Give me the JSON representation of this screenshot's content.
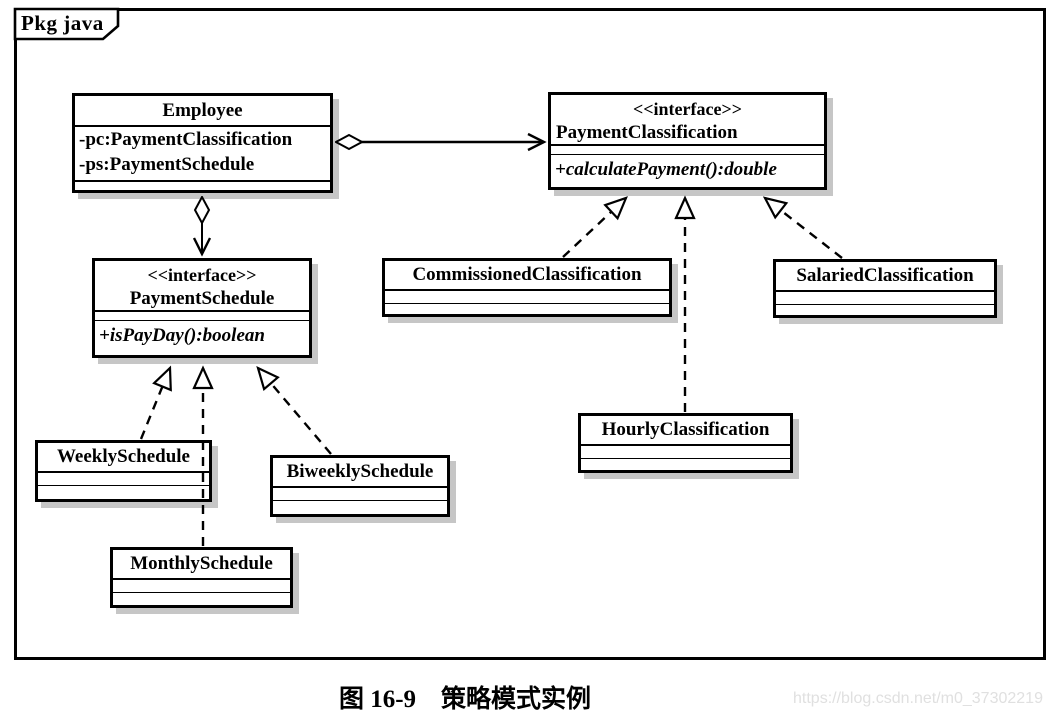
{
  "package": {
    "label": "Pkg java"
  },
  "classes": {
    "employee": {
      "name": "Employee",
      "attributes": [
        "-pc:PaymentClassification",
        "-ps:PaymentSchedule"
      ]
    },
    "payment_classification": {
      "stereotype": "<<interface>>",
      "name": "PaymentClassification",
      "methods": [
        "+calculatePayment():double"
      ]
    },
    "payment_schedule": {
      "stereotype": "<<interface>>",
      "name": "PaymentSchedule",
      "methods": [
        "+isPayDay():boolean"
      ]
    },
    "commissioned_classification": {
      "name": "CommissionedClassification"
    },
    "salaried_classification": {
      "name": "SalariedClassification"
    },
    "hourly_classification": {
      "name": "HourlyClassification"
    },
    "weekly_schedule": {
      "name": "WeeklySchedule"
    },
    "biweekly_schedule": {
      "name": "BiweeklySchedule"
    },
    "monthly_schedule": {
      "name": "MonthlySchedule"
    }
  },
  "relationships": [
    {
      "from": "Employee",
      "to": "PaymentClassification",
      "type": "aggregation-association"
    },
    {
      "from": "Employee",
      "to": "PaymentSchedule",
      "type": "aggregation-association"
    },
    {
      "from": "CommissionedClassification",
      "to": "PaymentClassification",
      "type": "realization"
    },
    {
      "from": "HourlyClassification",
      "to": "PaymentClassification",
      "type": "realization"
    },
    {
      "from": "SalariedClassification",
      "to": "PaymentClassification",
      "type": "realization"
    },
    {
      "from": "WeeklySchedule",
      "to": "PaymentSchedule",
      "type": "realization"
    },
    {
      "from": "MonthlySchedule",
      "to": "PaymentSchedule",
      "type": "realization"
    },
    {
      "from": "BiweeklySchedule",
      "to": "PaymentSchedule",
      "type": "realization"
    }
  ],
  "caption": "图 16-9　策略模式实例",
  "watermark": "https://blog.csdn.net/m0_37302219",
  "colors": {
    "line": "#000000",
    "background": "#ffffff",
    "box_shadow": "#c6c6c6",
    "watermark": "#e0e0e0"
  }
}
